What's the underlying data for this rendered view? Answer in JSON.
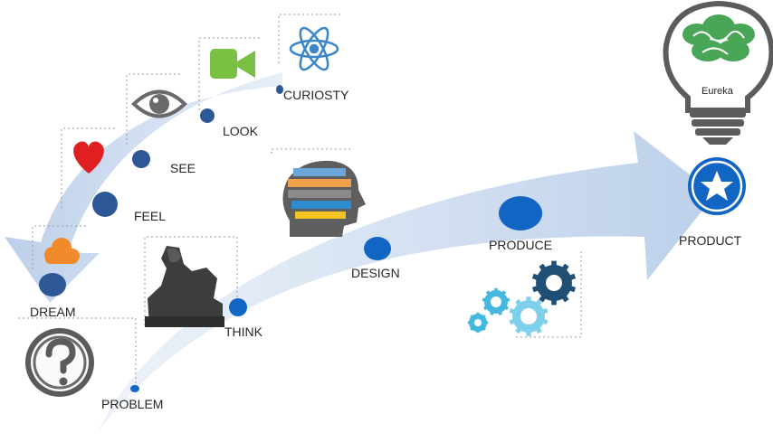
{
  "left_arc_stages": [
    {
      "label": "CURIOSTY",
      "icon": "atom-icon"
    },
    {
      "label": "LOOK",
      "icon": "video-camera-icon"
    },
    {
      "label": "SEE",
      "icon": "eye-icon"
    },
    {
      "label": "FEEL",
      "icon": "heart-icon"
    },
    {
      "label": "DREAM",
      "icon": "cloud-icon"
    }
  ],
  "right_arc_stages": [
    {
      "label": "PROBLEM",
      "icon": "question-mark-icon"
    },
    {
      "label": "THINK",
      "icon": "thinker-statue-icon"
    },
    {
      "label": "DESIGN",
      "icon": "puzzle-head-icon"
    },
    {
      "label": "PRODUCE",
      "icon": "gears-icon"
    },
    {
      "label": "PRODUCT",
      "icon": "star-icon"
    }
  ],
  "bulb": {
    "label": "Eureka",
    "icon": "lightbulb-brain-icon"
  },
  "colors": {
    "arrow_fill": "#c9d9ee",
    "dot": "#2d5796",
    "dot_bright": "#1166c4",
    "heart": "#e02020",
    "cloud": "#f08a2a",
    "camera": "#7ac143",
    "atom": "#3a86c8",
    "brain": "#4aa657",
    "gear_dark": "#1f4f75",
    "gear_light": "#45b8e0"
  }
}
